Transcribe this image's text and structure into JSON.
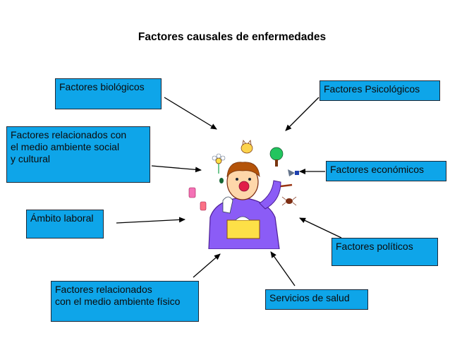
{
  "title": "Factores causales de enfermedades",
  "boxes": {
    "biologicos": "Factores biológicos",
    "psicologicos": "Factores Psicológicos",
    "social": "Factores relacionados con\nel medio ambiente social\n y cultural",
    "economicos": "Factores económicos",
    "laboral": "Ámbito laboral",
    "politicos": "Factores políticos",
    "fisico": "Factores relacionados\ncon el medio ambiente físico",
    "salud": "Servicios de salud"
  },
  "colors": {
    "box_fill": "#0ea5e9",
    "box_border": "#1f2937",
    "arrow": "#000000"
  }
}
